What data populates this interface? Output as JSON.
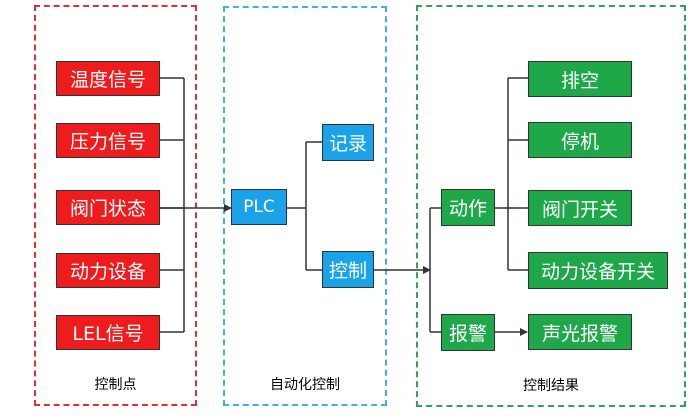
{
  "groups": {
    "sensing": "控制点",
    "automation": "自动化控制",
    "results": "控制结果"
  },
  "nodes": {
    "temperature": "温度信号",
    "pressure": "压力信号",
    "valve_state": "阀门状态",
    "power_equipment": "动力设备",
    "lel": "LEL信号",
    "plc": "PLC",
    "record": "记录",
    "control": "控制",
    "action": "动作",
    "alarm": "报警",
    "exhaust": "排空",
    "shutdown": "停机",
    "valve_switch": "阀门开关",
    "power_switch": "动力设备开关",
    "sound_light_alarm": "声光报警"
  },
  "colors": {
    "red": "#ee1c1c",
    "blue": "#1aa3e8",
    "green": "#1ea84a"
  }
}
